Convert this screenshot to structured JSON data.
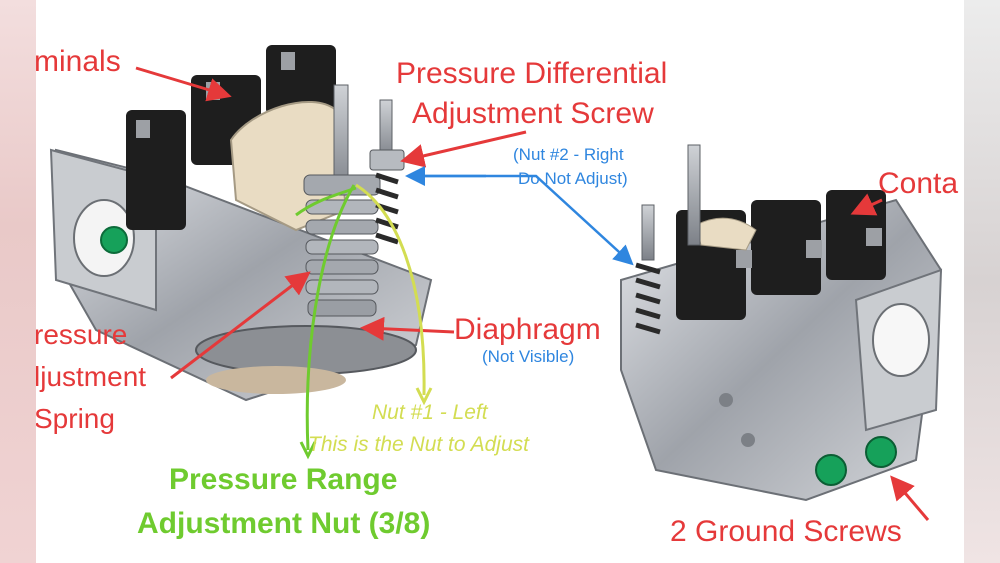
{
  "labels": {
    "terminals": "minals",
    "pressure_differential_line1": "Pressure Differential",
    "pressure_differential_line2": "Adjustment Screw",
    "nut2_line1": "(Nut #2 - Right",
    "nut2_line2": "Do Not Adjust)",
    "contacts": "Conta",
    "pressure_spring_line1": "ressure",
    "pressure_spring_line2": "ljustment",
    "pressure_spring_line3": "Spring",
    "diaphragm": "Diaphragm",
    "diaphragm_note": "(Not Visible)",
    "nut1_line1": "Nut #1 - Left",
    "nut1_line2": "This is the Nut to Adjust",
    "range_nut_line1": "Pressure Range",
    "range_nut_line2": "Adjustment Nut (3/8)",
    "ground_screws": "2 Ground Screws"
  },
  "colors": {
    "red_label": "#e5393a",
    "blue_label": "#2f86df",
    "yellow_label": "#d3dd52",
    "green_label": "#6fcb2f",
    "metal": "#b9bcc2",
    "terminal_block": "#1e1e1e",
    "ground_screw": "#16a15a"
  }
}
